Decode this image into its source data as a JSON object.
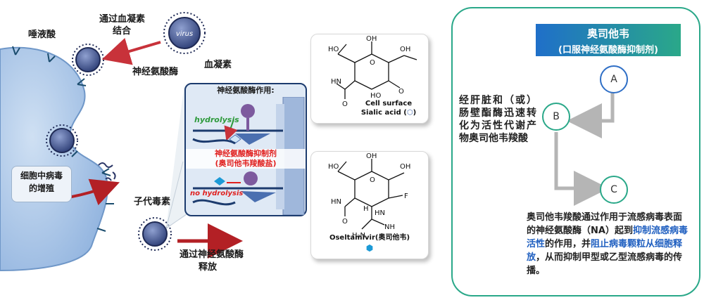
{
  "left": {
    "sialic_acid_label": "唾液酸",
    "hemagglutinin_bind_line1": "通过血凝素",
    "hemagglutinin_bind_line2": "结合",
    "virus_label": "virus",
    "neuraminidase_label": "神经氨酸酶",
    "hemagglutinin_label": "血凝素",
    "replication_line1": "细胞中病毒",
    "replication_line2": "的增殖",
    "progeny_label": "子代毒素",
    "release_line1": "通过神经氨酸酶",
    "release_line2": "释放"
  },
  "mechanism": {
    "title": "神经氨酸酶作用:",
    "hydrolysis": "hydrolysis",
    "inhibitor_line1": "神经氨酸酶抑制剂",
    "inhibitor_line2": "(奥司他韦羧酸盐)",
    "no_hydrolysis": "no hydrolysis"
  },
  "structures": {
    "top_caption_line1": "Cell surface",
    "top_caption_line2": "Sialic acid (",
    "top_caption_close": ")",
    "bottom_caption_line1": "Oseltamivir(奥司他韦)",
    "atoms": {
      "ho": "HO",
      "oh": "OH",
      "o": "O",
      "hn": "HN",
      "nh": "NH",
      "h": "H",
      "f": "F",
      "h2n": "H₂N"
    }
  },
  "panel": {
    "title": "奥司他韦",
    "subtitle": "(口服神经氨酸酶抑制剂)",
    "node_a": "A",
    "node_b": "B",
    "node_c": "C",
    "b_desc": "经肝脏和（或）肠壁酯酶迅速转化为活性代谢产物奥司他韦羧酸",
    "c_desc_part1": "奥司他韦羧酸通过作用于流感病毒表面的神经氨酸酶（NA）起到",
    "c_desc_highlight1": "抑制流感病毒活性",
    "c_desc_part2": "的作用，并",
    "c_desc_highlight2": "阻止病毒颗粒从细胞释放",
    "c_desc_part3": "，从而抑制甲型或乙型流感病毒的传播。"
  },
  "colors": {
    "cell": "#a9c6e8",
    "cell_edge": "#6f97c8",
    "virus": "#3b4f8a",
    "arrow_red": "#c8323a",
    "panel_border": "#2aa889",
    "header_start": "#1f6fc9",
    "header_end": "#2aa889",
    "node_a": "#2f6fc6",
    "node_b": "#2aa889",
    "node_c": "#2aa889",
    "highlight_blue": "#1f5fc0",
    "inhibitor_red": "#e0201f",
    "hydrolysis_green": "#2e9a3c"
  }
}
